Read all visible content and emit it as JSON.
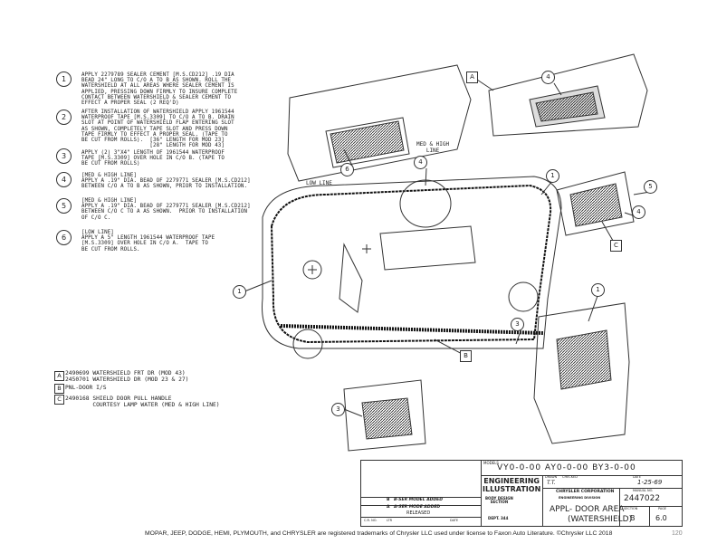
{
  "notes": [
    {
      "num": "1",
      "text": "APPLY 2279789 SEALER CEMENT [M.S.CD212] .19 DIA\nBEAD 24\" LONG TO C/O A TO B AS SHOWN. ROLL THE\nWATERSHIELD AT ALL AREAS WHERE SEALER CEMENT IS\nAPPLIED, PRESSING DOWN FIRMLY TO INSURE COMPLETE\nCONTACT BETWEEN WATERSHIELD & SEALER CEMENT TO\nEFFECT A PROPER SEAL (2 REQ'D)"
    },
    {
      "num": "2",
      "text": "AFTER INSTALLATION OF WATERSHIELD APPLY 1961544\nWATERPROOF TAPE [M.S.3309] TO C/O A TO B. DRAIN\nSLOT AT POINT OF WATERSHIELD FLAP ENTERING SLOT\nAS SHOWN, COMPLETELY TAPE SLOT AND PRESS DOWN\nTAPE FIRMLY TO EFFECT A PROPER SEAL. (TAPE TO\nBE CUT FROM ROLLS).  [36\" LENGTH FOR MOD 23]\n                     [28\" LENGTH FOR MOD 43]"
    },
    {
      "num": "3",
      "text": "APPLY (2) 3\"X4\" LENGTH OF 1961544 WATERPROOF\nTAPE [M.S.3309] OVER HOLE IN C/O B. (TAPE TO\nBE CUT FROM ROLLS)"
    },
    {
      "num": "4",
      "text": "[MED & HIGH LINE]\nAPPLY A .19\" DIA. BEAD OF 2279771 SEALER [M.S.CD212]\nBETWEEN C/O A TO B AS SHOWN, PRIOR TO INSTALLATION."
    },
    {
      "num": "5",
      "text": "[MED & HIGH LINE]\nAPPLY A .19\" DIA. BEAD OF 2279771 SEALER [M.S.CD212]\nBETWEEN C/O C TO A AS SHOWN.  PRIOR TO INSTALLATION\nOF C/O C."
    },
    {
      "num": "6",
      "text": "[LOW LINE]\nAPPLY A 5\" LENGTH 1961544 WATERPROOF TAPE\n[M.S.3309] OVER HOLE IN C/O A.  TAPE TO\nBE CUT FROM ROLLS."
    }
  ],
  "legend": [
    {
      "key": "A",
      "text": "2490699 WATERSHIELD FRT DR (MOD 43)\n2450701 WATERSHIELD DR (MOD 23 & 27)"
    },
    {
      "key": "B",
      "text": "PNL-DOOR I/S"
    },
    {
      "key": "C",
      "text": "2490168 SHIELD DOOR PULL HANDLE\n        COURTESY LAMP WATER (MED & HIGH LINE)"
    }
  ],
  "drawing": {
    "label_med_high": "MED & HIGH\nLINE",
    "label_low": "LOW LINE",
    "callouts": [
      "A",
      "4",
      "6",
      "4",
      "1",
      "5",
      "C",
      "4",
      "1",
      "1",
      "3",
      "B",
      "3"
    ]
  },
  "title_block": {
    "models_label": "MODELS",
    "models": "VY0-0-00    AY0-0-00    BY3-0-00",
    "eng_illus": "ENGINEERING\nILLUSTRATION",
    "drawn_label": "DRAWN",
    "drawn": "T.T.",
    "checked_label": "CHECKED",
    "date_label": "DATE",
    "date": "1-25-69",
    "corp": "CHRYSLER CORPORATION",
    "division": "ENGINEERING DIVISION",
    "body_design": "BODY DESIGN\nSECTION",
    "dept": "DEPT. 344",
    "title": "APPL- DOOR AREA",
    "subtitle": "(WATERSHIELD)",
    "manual_label": "MANUAL NO.",
    "manual_no": "2447022",
    "section_label": "SECTION",
    "section": "B",
    "page_label": "PAGE",
    "page": "6.0",
    "revisions": [
      {
        "letter": "B",
        "text": "B-SER MODEL ADDED"
      },
      {
        "letter": "A",
        "text": "A-SER MODE ADDED"
      }
    ],
    "released": "RELEASED",
    "cr_label": "C.R. NO.",
    "ltr_label": "LTR",
    "date_col": "DATE"
  },
  "footer": "MOPAR, JEEP, DODGE, HEMI, PLYMOUTH, and CHRYSLER are registered trademarks of Chrysler LLC used under license to Faxon Auto Literature. ©Chrysler LLC 2018",
  "page_number": "120"
}
